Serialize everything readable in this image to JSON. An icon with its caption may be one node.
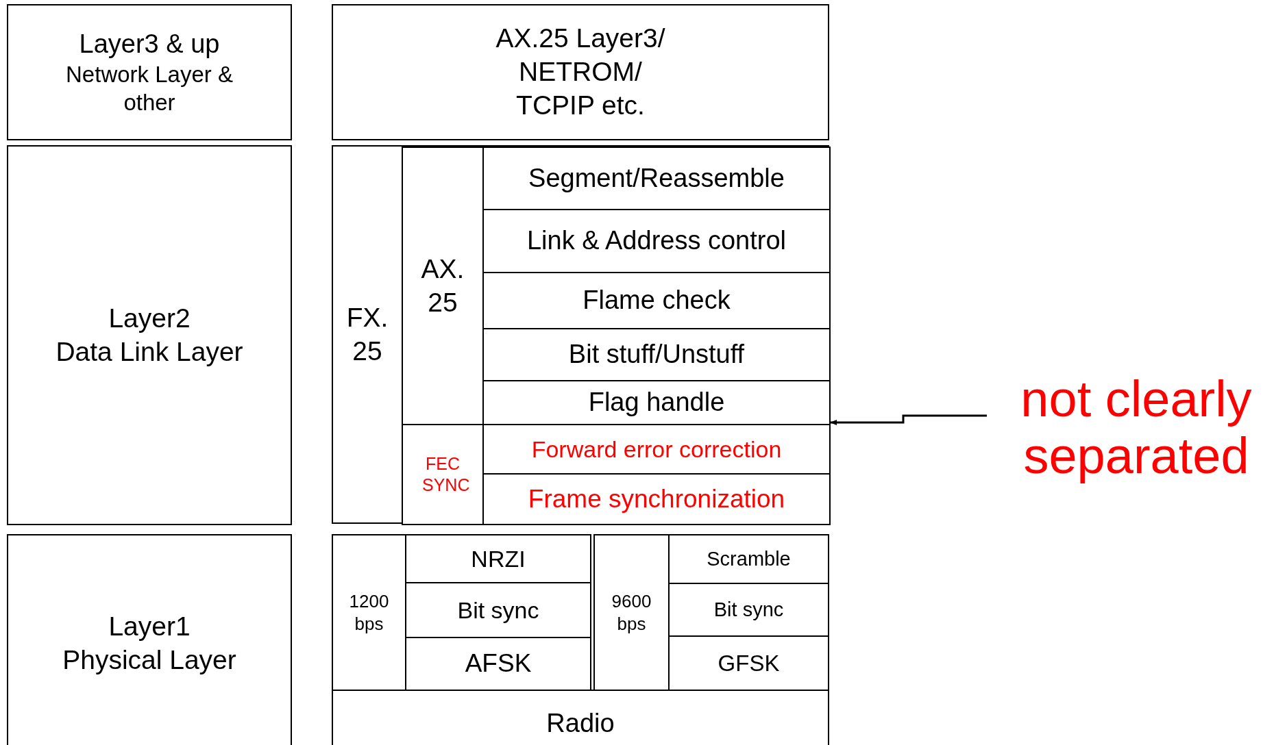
{
  "diagram": {
    "nodes": [
      {
        "text": [
          "Layer3 & up",
          "Network Layer & other"
        ]
      },
      {
        "text": [
          "Layer2",
          "Data Link Layer"
        ]
      },
      {
        "text": [
          "Layer1",
          "Physical Layer"
        ]
      },
      {
        "text": [
          "AX.25 Layer3/ NETROM/ TCPIP etc."
        ]
      },
      {
        "text": [
          "FX. 25"
        ]
      },
      {
        "text": [
          "AX. 25"
        ],
        "in": 4
      },
      {
        "text": [
          "Segment/Reassemble"
        ],
        "in": 4
      },
      {
        "text": [
          "Link & Address control"
        ],
        "in": 4
      },
      {
        "text": [
          "Flame check"
        ],
        "in": 4
      },
      {
        "text": [
          "Bit stuff/Unstuff"
        ],
        "in": 4
      },
      {
        "text": [
          "Flag handle"
        ],
        "in": 4
      },
      {
        "text": [
          "FEC SYNC"
        ],
        "in": 4
      },
      {
        "text": [
          "Forward error correction"
        ],
        "in": 4
      },
      {
        "text": [
          "Frame synchronization"
        ],
        "in": 4
      },
      {
        "text": [
          "1200 bps"
        ]
      },
      {
        "text": [
          "NRZI"
        ]
      },
      {
        "text": [
          "Bit sync"
        ]
      },
      {
        "text": [
          "AFSK"
        ]
      },
      {
        "text": [
          "9600 bps"
        ]
      },
      {
        "text": [
          "Scramble"
        ]
      },
      {
        "text": [
          "Bit sync"
        ]
      },
      {
        "text": [
          "GFSK"
        ]
      },
      {
        "text": [
          "Radio"
        ]
      },
      {
        "text": [
          "not clearly separated"
        ]
      }
    ],
    "edges": [
      {
        "from": 23,
        "to": 10,
        "arrow": "to"
      }
    ]
  }
}
